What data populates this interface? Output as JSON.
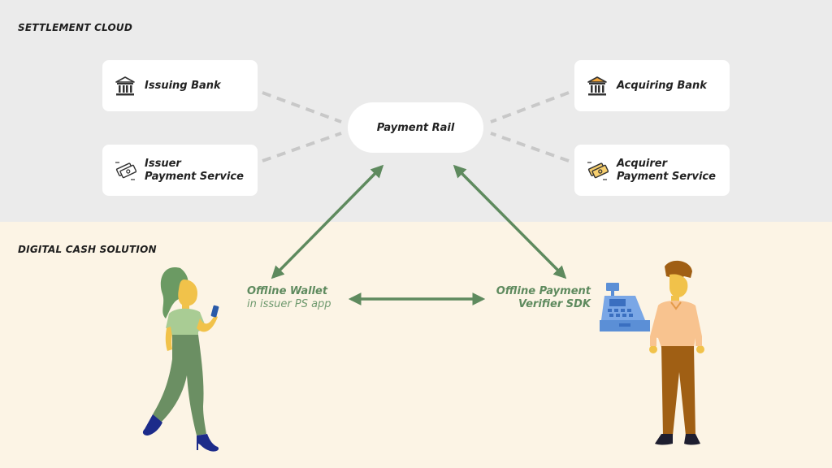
{
  "sections": {
    "top": "SETTLEMENT CLOUD",
    "bottom": "DIGITAL CASH SOLUTION"
  },
  "nodes": {
    "issuing_bank": "Issuing Bank",
    "issuer_ps_line1": "Issuer",
    "issuer_ps_line2": "Payment Service",
    "acquiring_bank": "Acquiring Bank",
    "acquirer_ps_line1": "Acquirer",
    "acquirer_ps_line2": "Payment Service",
    "payment_rail": "Payment Rail"
  },
  "wallet": {
    "title": "Offline Wallet",
    "subtitle": "in issuer PS app"
  },
  "verifier": {
    "line1": "Offline Payment",
    "line2": "Verifier SDK"
  },
  "icons": {
    "bank": "bank-building-icon",
    "payment_service": "cash-notes-icon",
    "register": "cash-register-icon"
  },
  "colors": {
    "cloud_bg": "#ebebeb",
    "solution_bg": "#fcf4e5",
    "arrow_green": "#5e8a5e",
    "dashed_line": "#c8c8c8",
    "accent_orange": "#f2a63b"
  }
}
